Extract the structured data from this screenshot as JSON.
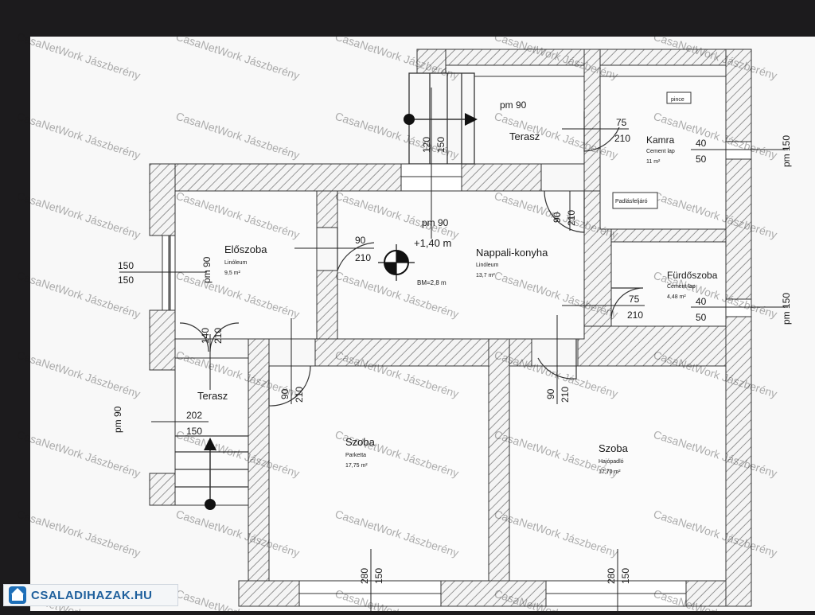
{
  "watermark": "CasaNetWork Jászberény",
  "badge": {
    "text": "CSALADIHAZAK.HU",
    "icon": "house-icon"
  },
  "colors": {
    "wall_hatch": "#777777",
    "paper": "#f8f8f8",
    "frame": "#1c1b1d",
    "badge_text": "#1e5f9c"
  },
  "rooms": {
    "eloszoba": {
      "name": "Előszoba",
      "floor": "Linóleum",
      "area": "9,5 m²"
    },
    "nappali": {
      "name": "Nappali-konyha",
      "floor": "Linóleum",
      "area": "13,7 m²"
    },
    "kamra": {
      "name": "Kamra",
      "floor": "Cement lap",
      "area": "11 m²"
    },
    "furdo": {
      "name": "Fürdőszoba",
      "floor": "Cement lap",
      "area": "4,48 m²"
    },
    "szoba_left": {
      "name": "Szoba",
      "floor": "Parketta",
      "area": "17,75 m²"
    },
    "szoba_right": {
      "name": "Szoba",
      "floor": "Hajópadló",
      "area": "17,70 m²"
    },
    "terasz_top": {
      "name": "Terasz"
    },
    "terasz_left": {
      "name": "Terasz"
    }
  },
  "labels": {
    "pince": "pince",
    "padlas": "Padlásfeljáró",
    "level": "+1,40 m",
    "bm": "BM=2,8 m"
  },
  "dims": {
    "pm90": "pm 90",
    "pm150": "pm 150",
    "d90": "90",
    "d210": "210",
    "d75": "75",
    "d40": "40",
    "d50": "50",
    "d120": "120",
    "d150": "150",
    "d140": "140",
    "d202": "202",
    "d280": "280"
  }
}
